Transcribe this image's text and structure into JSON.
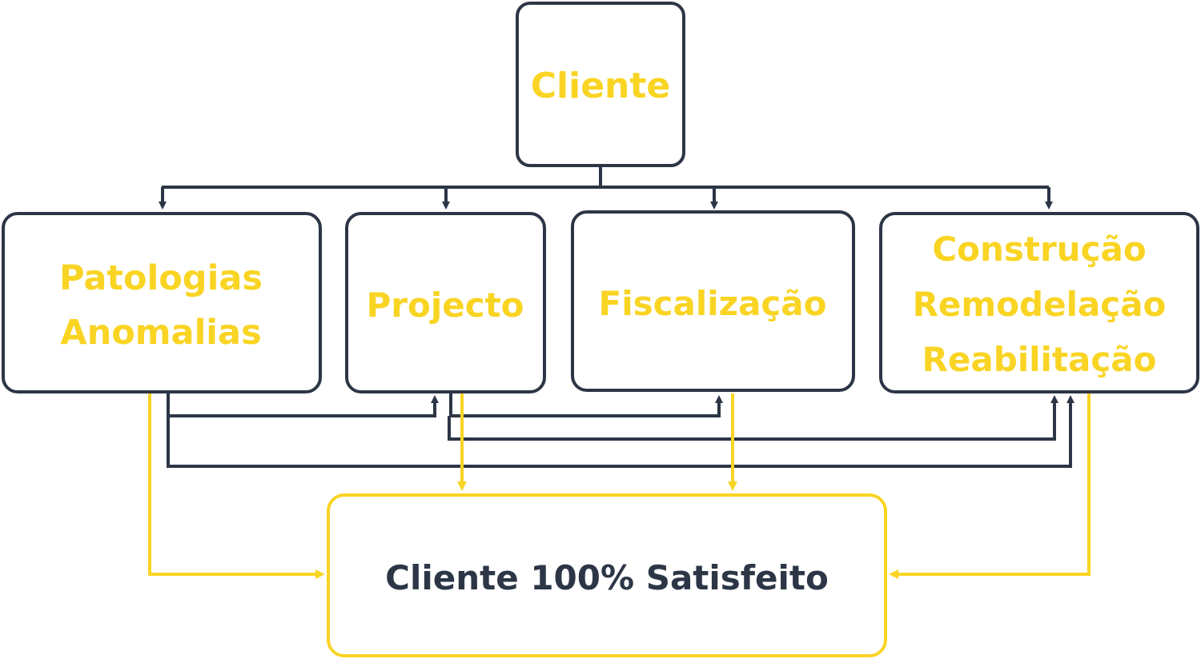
{
  "diagram": {
    "colors": {
      "dark": "#2C3646",
      "accent": "#F9D423",
      "background": "#FFFFFF"
    },
    "nodes": {
      "cliente": {
        "label": "Cliente"
      },
      "patologias": {
        "line1": "Patologias",
        "line2": "Anomalias"
      },
      "projecto": {
        "label": "Projecto"
      },
      "fiscalizacao": {
        "label": "Fiscalização"
      },
      "construcao": {
        "line1": "Construção",
        "line2": "Remodelação",
        "line3": "Reabilitação"
      },
      "satisfeito": {
        "label": "Cliente 100% Satisfeito"
      }
    }
  }
}
